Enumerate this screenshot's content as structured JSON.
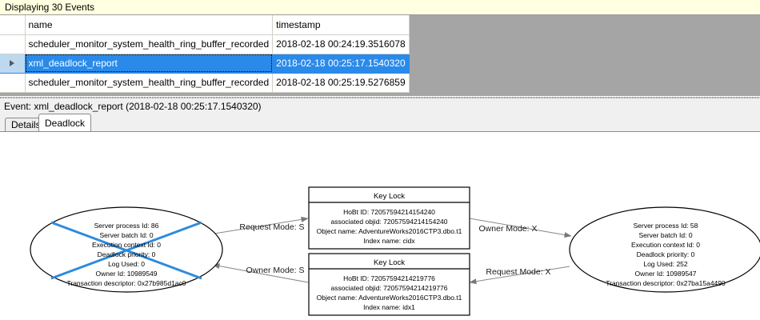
{
  "status_bar": {
    "text": "Displaying 30 Events"
  },
  "grid": {
    "columns": [
      "",
      "name",
      "timestamp"
    ],
    "rows": [
      {
        "indicator": "",
        "name": "scheduler_monitor_system_health_ring_buffer_recorded",
        "timestamp": "2018-02-18 00:24:19.3516078",
        "selected": false
      },
      {
        "indicator": "row-selector-arrow-icon",
        "name": "xml_deadlock_report",
        "timestamp": "2018-02-18 00:25:17.1540320",
        "selected": true
      },
      {
        "indicator": "",
        "name": "scheduler_monitor_system_health_ring_buffer_recorded",
        "timestamp": "2018-02-18 00:25:19.5276859",
        "selected": false
      }
    ],
    "selection_color": "#2a8aea"
  },
  "event_header": {
    "text": "Event: xml_deadlock_report (2018-02-18 00:25:17.1540320)"
  },
  "tabs": [
    {
      "label": "Details",
      "active": false
    },
    {
      "label": "Deadlock",
      "active": true
    }
  ],
  "deadlock_graph": {
    "victim_marker_color": "#2e8bdc",
    "process_left": {
      "is_victim": true,
      "lines": [
        "Server process Id: 86",
        "Server batch Id: 0",
        "Execution context Id: 0",
        "Deadlock priority: 0",
        "Log Used: 0",
        "Owner Id: 10989549",
        "Transaction descriptor: 0x27b985d1ac0"
      ]
    },
    "process_right": {
      "is_victim": false,
      "lines": [
        "Server process Id: 58",
        "Server batch Id: 0",
        "Execution context Id: 0",
        "Deadlock priority: 0",
        "Log Used: 252",
        "Owner Id: 10989547",
        "Transaction descriptor: 0x27ba15a4490"
      ]
    },
    "resource_top": {
      "title": "Key Lock",
      "lines": [
        "HoBt ID: 72057594214154240",
        "associated objid: 72057594214154240",
        "Object name: AdventureWorks2016CTP3.dbo.t1",
        "Index name: cidx"
      ]
    },
    "resource_bottom": {
      "title": "Key Lock",
      "lines": [
        "HoBt ID: 72057594214219776",
        "associated objid: 72057594214219776",
        "Object name: AdventureWorks2016CTP3.dbo.t1",
        "Index name: idx1"
      ]
    },
    "edges": [
      {
        "label": "Request Mode: S",
        "from": "process_left",
        "to": "resource_top"
      },
      {
        "label": "Owner Mode: X",
        "from": "resource_top",
        "to": "process_right"
      },
      {
        "label": "Owner Mode: S",
        "from": "resource_bottom",
        "to": "process_left"
      },
      {
        "label": "Request Mode: X",
        "from": "process_right",
        "to": "resource_bottom"
      }
    ]
  }
}
